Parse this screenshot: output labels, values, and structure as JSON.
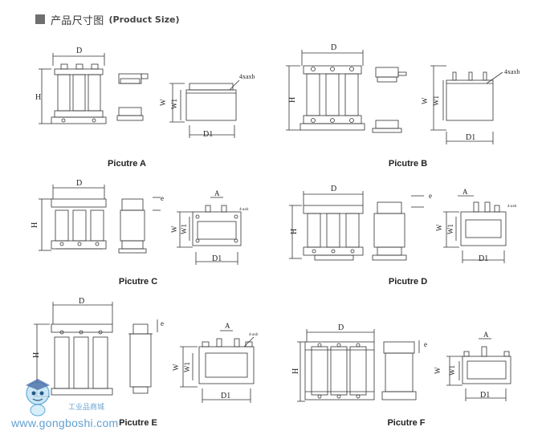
{
  "header": {
    "title": "产品尺寸图",
    "subtitle": "(Product Size)"
  },
  "captions": [
    "Picutre A",
    "Picutre B",
    "Picutre C",
    "Picutre D",
    "Picutre E",
    "Picutre F"
  ],
  "dims": {
    "D": "D",
    "H": "H",
    "W": "W",
    "W1": "W1",
    "D1": "D1",
    "A": "A",
    "e": "e",
    "holes": "4xaxb",
    "holes_small": "4-axb"
  },
  "watermark": {
    "site": "www.gongboshi.com",
    "cn": "工业品商城"
  }
}
